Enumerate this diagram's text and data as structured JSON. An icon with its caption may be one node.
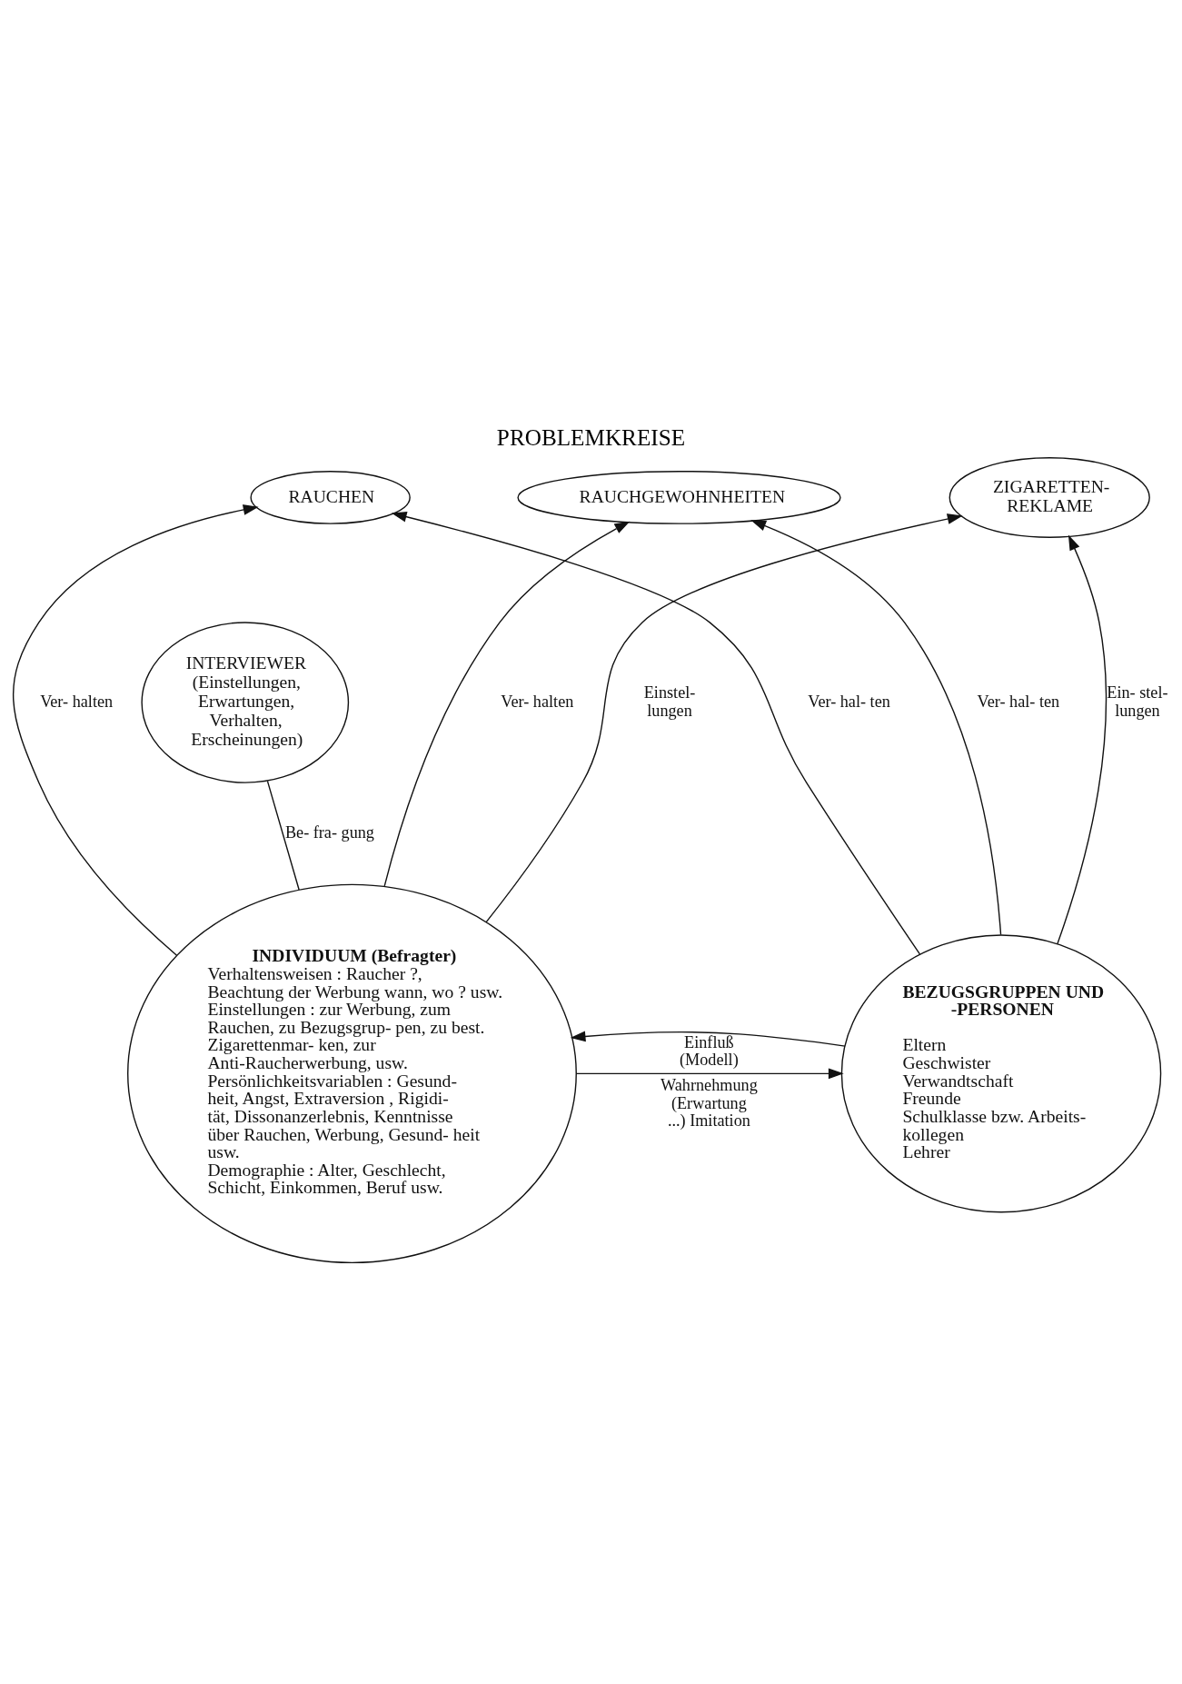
{
  "diagram": {
    "title": "PROBLEMKREISE",
    "nodes": [
      {
        "text": [
          "RAUCHEN"
        ]
      },
      {
        "text": [
          "RAUCHGEWOHNHEITEN"
        ]
      },
      {
        "text": [
          "ZIGARETTEN- REKLAME"
        ]
      },
      {
        "text": [
          "INTERVIEWER",
          "(Einstellungen, Erwartungen, Verhalten, Erscheinungen)"
        ]
      },
      {
        "text": [
          "INDIVIDUUM (Befragter)",
          "Verhaltensweisen : Raucher ?, Beachtung der Werbung wann, wo ? usw.",
          "Einstellungen : zur Werbung, zum Rauchen, zu Bezugsgrup- pen, zu best. Zigarettenmar- ken, zur Anti-Raucherwerbung, usw.",
          "Persönlichkeitsvariablen : Gesund- heit, Angst, Extraversion , Rigidi- tät, Dissonanzerlebnis, Kenntnisse über Rauchen, Werbung, Gesund- heit usw.",
          "Demographie : Alter, Geschlecht, Schicht, Einkommen, Beruf usw."
        ]
      },
      {
        "text": [
          "BEZUGSGRUPPEN UND -PERSONEN",
          "Eltern",
          "Geschwister",
          "Verwandtschaft",
          "Freunde",
          "Schulklasse bzw. Arbeits- kollegen",
          "Lehrer"
        ]
      }
    ],
    "edges": [
      {
        "from": 4,
        "to": 0,
        "arrow": "to",
        "label": "Ver- halten"
      },
      {
        "from": 4,
        "to": 1,
        "arrow": "to",
        "label": "Ver- halten"
      },
      {
        "from": 4,
        "to": 2,
        "arrow": "to",
        "label": "Einstel- lungen"
      },
      {
        "from": 5,
        "to": 0,
        "arrow": "to",
        "label": "Ver- hal- ten"
      },
      {
        "from": 5,
        "to": 1,
        "arrow": "to",
        "label": "Ver- hal- ten"
      },
      {
        "from": 5,
        "to": 2,
        "arrow": "to",
        "label": "Ein- stel- lungen"
      },
      {
        "from": 4,
        "to": 3,
        "arrow": "none",
        "label": "Be- fra- gung"
      },
      {
        "from": 4,
        "to": 5,
        "arrow": "to",
        "label": "Wahrnehmung (Erwartung ...) Imitation"
      },
      {
        "from": 5,
        "to": 4,
        "arrow": "to",
        "label": "Einfluß (Modell)"
      }
    ]
  }
}
